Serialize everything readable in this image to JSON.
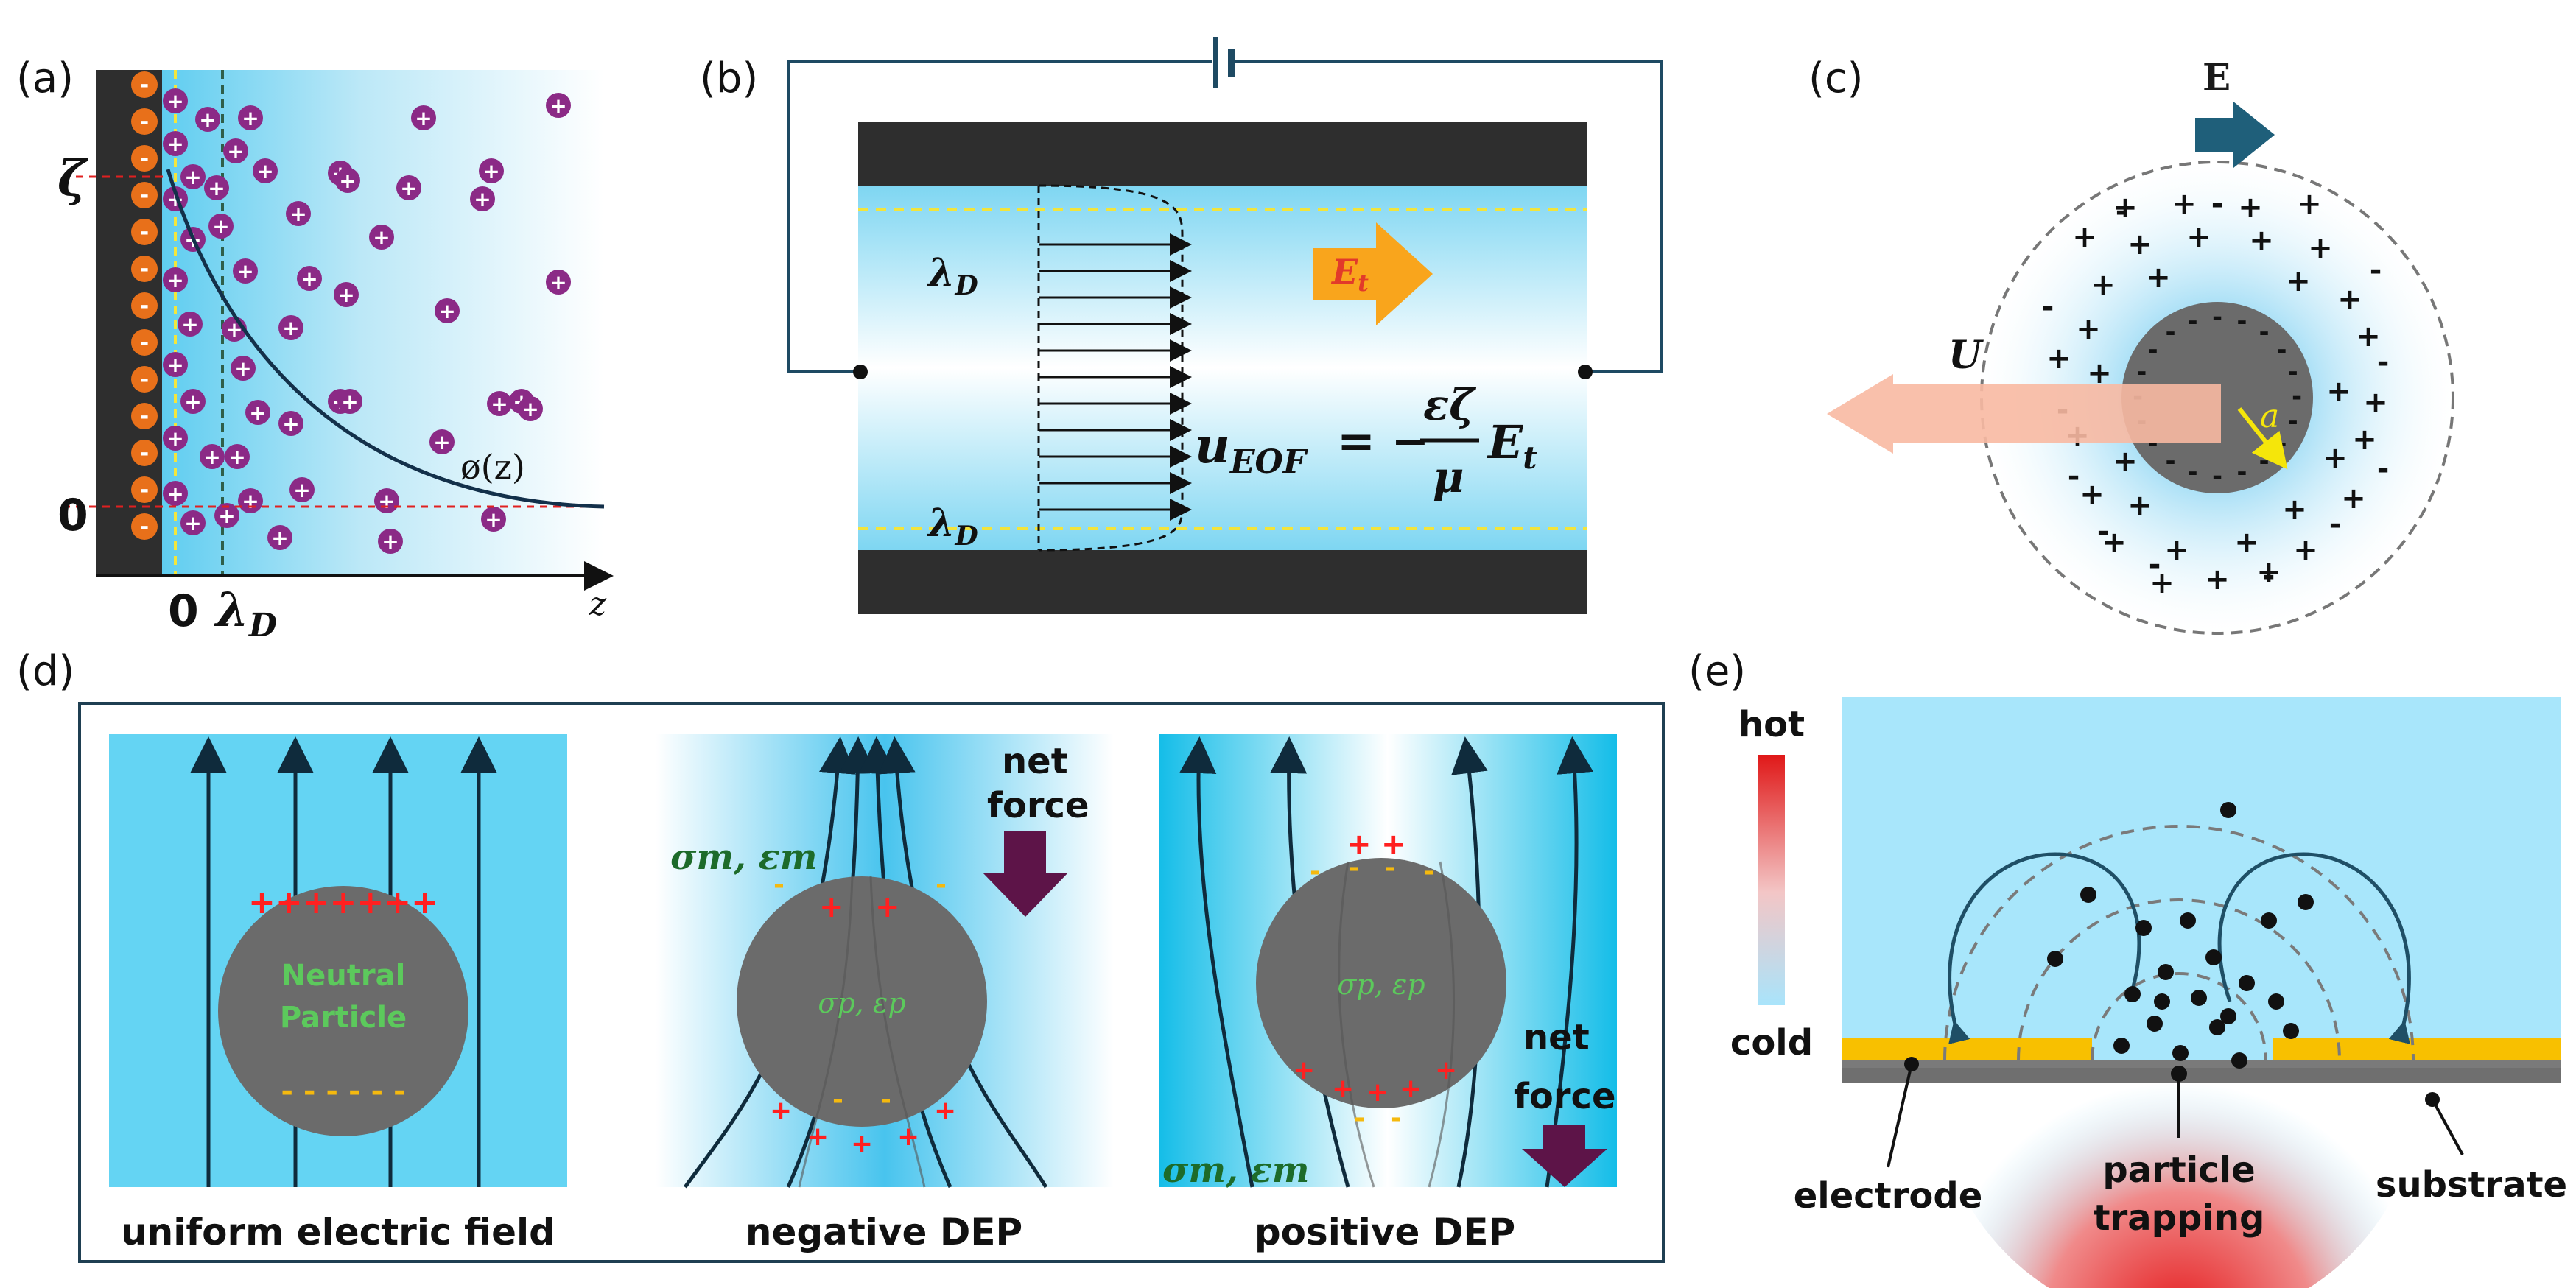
{
  "panel_labels": {
    "a": "(a)",
    "b": "(b)",
    "c": "(c)",
    "d": "(d)",
    "e": "(e)"
  },
  "panel_a": {
    "zeta": "ζ",
    "zero_y": "0",
    "zero_x": "0",
    "lambda": "λ",
    "lambda_sub": "D",
    "phi": "ø(z)",
    "z_axis": "z",
    "neg_sign": "-",
    "pos_sign": "+"
  },
  "panel_b": {
    "lambda_top": "λ",
    "lambda_bottom": "λ",
    "lambda_sub": "D",
    "field": "E",
    "field_sub": "t",
    "eq_u": "u",
    "eq_sub": "EOF",
    "eq_mid": "= −",
    "eq_num": "εζ",
    "eq_den": "μ",
    "eq_E": "E",
    "eq_E_sub": "t"
  },
  "panel_c": {
    "field": "E",
    "velocity": "U",
    "radius": "a"
  },
  "panel_d": {
    "left_particle_line1": "Neutral",
    "left_particle_line2": "Particle",
    "left_plus": "+++++++",
    "left_minus": "- - - - - -",
    "particle_props": "σp, εp",
    "medium_props": "σm, εm",
    "net_force_1": "net",
    "net_force_2": "force",
    "caption_left": "uniform electric field",
    "caption_mid": "negative DEP",
    "caption_right": "positive DEP"
  },
  "panel_e": {
    "hot": "hot",
    "cold": "cold",
    "electrode": "electrode",
    "trap_1": "particle",
    "trap_2": "trapping",
    "substrate": "substrate"
  }
}
